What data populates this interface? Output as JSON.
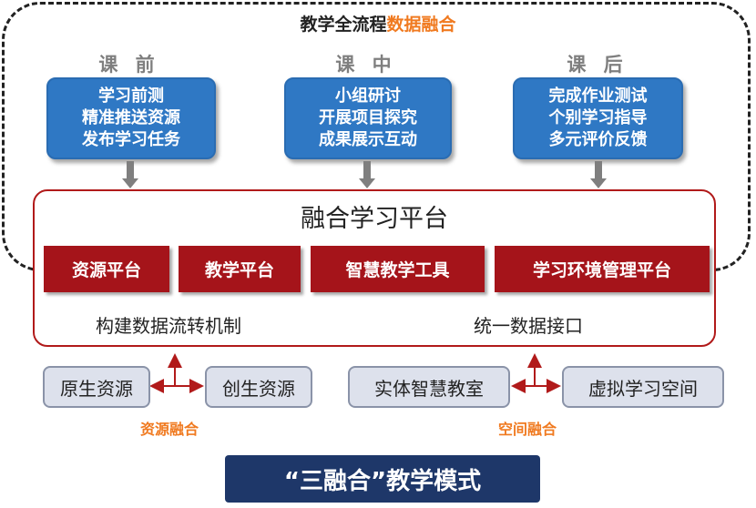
{
  "title": {
    "main": "教学全流程",
    "highlight": "数据融合"
  },
  "phases": [
    {
      "label": "课 前",
      "lines": [
        "学习前测",
        "精准推送资源",
        "发布学习任务"
      ]
    },
    {
      "label": "课 中",
      "lines": [
        "小组研讨",
        "开展项目探究",
        "成果展示互动"
      ]
    },
    {
      "label": "课 后",
      "lines": [
        "完成作业测试",
        "个别学习指导",
        "多元评价反馈"
      ]
    }
  ],
  "platform": {
    "title": "融合学习平台",
    "modules": [
      "资源平台",
      "教学平台",
      "智慧教学工具",
      "学习环境管理平台"
    ],
    "mechanisms": [
      "构建数据流转机制",
      "统一数据接口"
    ]
  },
  "resources": {
    "items": [
      "原生资源",
      "创生资源"
    ],
    "label": "资源融合"
  },
  "spaces": {
    "items": [
      "实体智慧教室",
      "虚拟学习空间"
    ],
    "label": "空间融合"
  },
  "banner": "“三融合”教学模式",
  "colors": {
    "blue": "#2f78c4",
    "red": "#a5141a",
    "orange": "#f07a20",
    "navy": "#1e3769",
    "grey_arrow": "#7f7f7f"
  }
}
